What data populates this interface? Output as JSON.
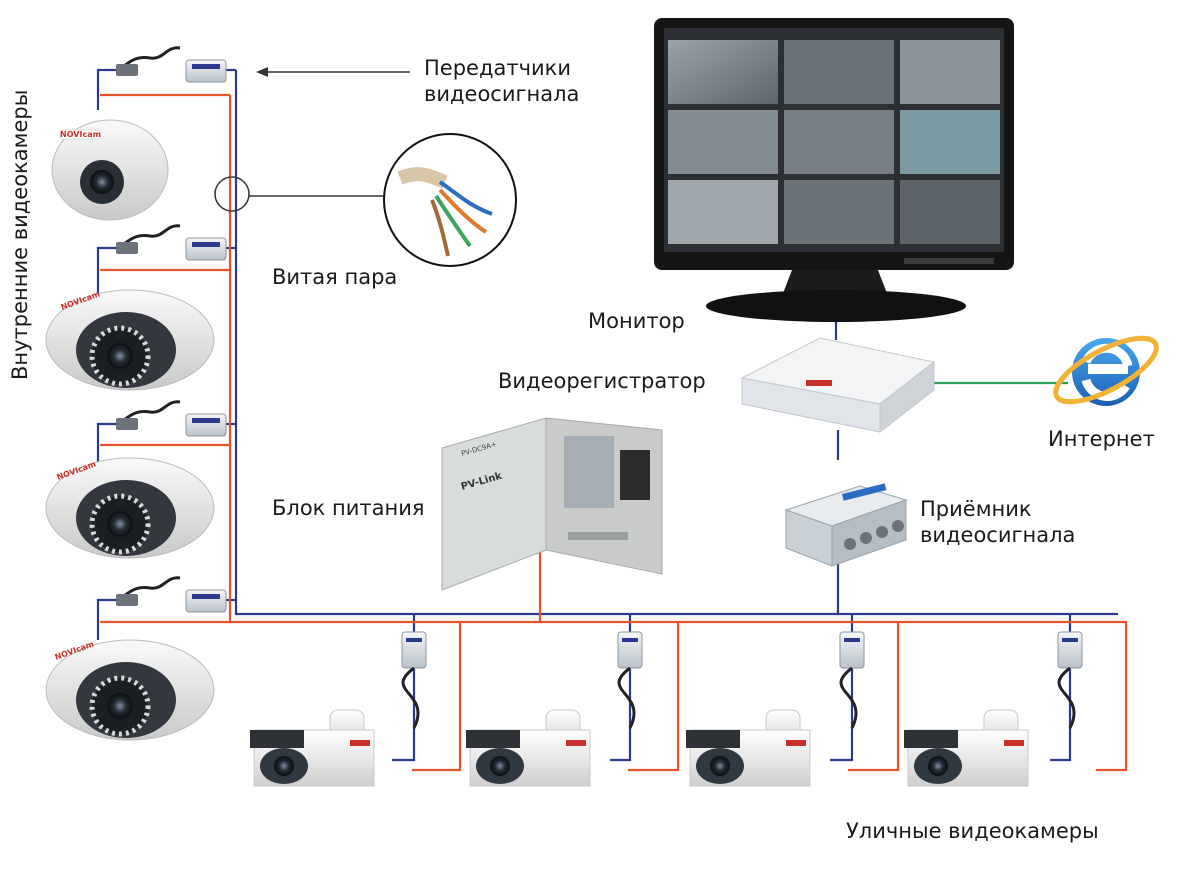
{
  "labels": {
    "indoor_cameras": "Внутренние видеокамеры",
    "transmitters_line1": "Передатчики",
    "transmitters_line2": "видеосигнала",
    "twisted_pair": "Витая пара",
    "monitor": "Монитор",
    "dvr": "Видеорегистратор",
    "internet": "Интернет",
    "power_supply": "Блок питания",
    "receiver_line1": "Приёмник",
    "receiver_line2": "видеосигнала",
    "outdoor_cameras": "Уличные видеокамеры"
  },
  "device_text": {
    "camera_brand": "NOVIcam",
    "power_brand": "PV-Link",
    "power_model": "PV-DC9A+"
  },
  "colors": {
    "video_wire": "#2b3a8f",
    "power_wire": "#e8542a",
    "network_wire": "#2aa05a",
    "ie_blue": "#1f6fc5"
  },
  "icons": {
    "internet": "internet-explorer-icon"
  }
}
